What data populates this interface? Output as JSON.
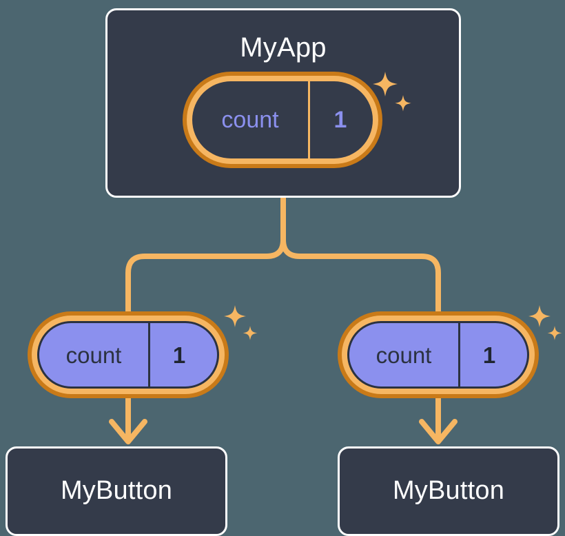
{
  "theme": {
    "page_background": "#4c6670",
    "card_background": "#343b4a",
    "card_border": "#ffffff",
    "signal_ring_outer": "#c97a18",
    "signal_ring_inner": "#f6b662",
    "signal_fill": "#8b90ee",
    "signal_text_dark": "#2b3240",
    "accent_purple": "#8b90ee",
    "wire_color": "#f6b662"
  },
  "diagram": {
    "type": "component-tree",
    "root": {
      "title": "MyApp",
      "signal": {
        "name": "count",
        "value": "1",
        "style": "hollow"
      }
    },
    "children": [
      {
        "signal": {
          "name": "count",
          "value": "1",
          "style": "filled"
        },
        "component": {
          "title": "MyButton"
        }
      },
      {
        "signal": {
          "name": "count",
          "value": "1",
          "style": "filled"
        },
        "component": {
          "title": "MyButton"
        }
      }
    ],
    "icons": {
      "sparkle_large": "sparkle-icon",
      "sparkle_small": "sparkle-icon",
      "arrow": "arrow-down-icon"
    }
  }
}
